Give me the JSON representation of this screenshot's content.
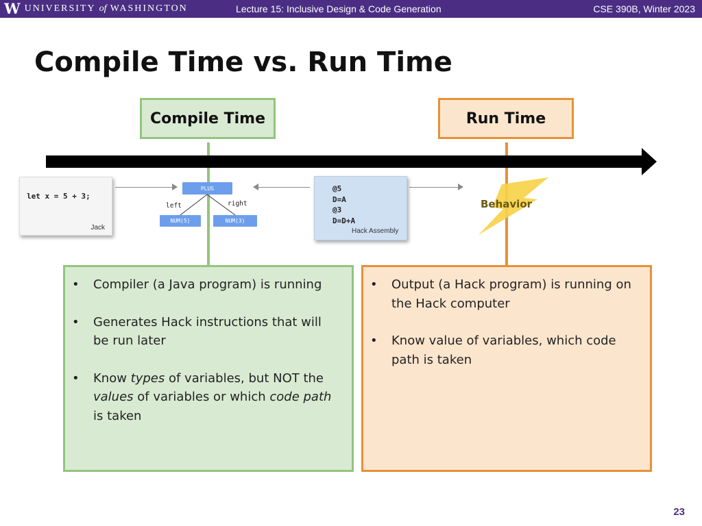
{
  "header": {
    "logo_letter": "W",
    "logo_text_1": "UNIVERSITY",
    "logo_text_of": "of",
    "logo_text_2": "WASHINGTON",
    "lecture_title": "Lecture 15: Inclusive Design & Code Generation",
    "course": "CSE 390B, Winter 2023"
  },
  "slide": {
    "title": "Compile Time vs. Run Time",
    "page_number": "23"
  },
  "timeline": {
    "compile_label": "Compile Time",
    "run_label": "Run Time"
  },
  "jack": {
    "code": "let x = 5 + 3;",
    "caption": "Jack"
  },
  "tree": {
    "root": "PLUS",
    "left_edge": "left",
    "right_edge": "right",
    "left_child": "NUM(5)",
    "right_child": "NUM(3)"
  },
  "hack": {
    "lines": [
      "@5",
      "D=A",
      "@3",
      "D=D+A"
    ],
    "caption": "Hack Assembly"
  },
  "behavior": {
    "label": "Behavior"
  },
  "compile_panel": {
    "bullets": [
      "Compiler (a Java program) is running",
      "Generates Hack instructions that will be run later",
      "Know types of variables, but NOT the values of variables or which code path is taken"
    ]
  },
  "run_panel": {
    "bullets": [
      "Output (a Hack program) is running on the Hack computer",
      "Know value of variables, which code path is taken"
    ]
  },
  "colors": {
    "uw_purple": "#4b2e83",
    "compile_green": "#93c47d",
    "compile_fill": "#d9ead3",
    "run_orange": "#e69138",
    "run_fill": "#fce5cd",
    "node_blue": "#6d9eeb",
    "hack_fill": "#d0e0f3",
    "lightning_yellow": "#f6d24a"
  }
}
